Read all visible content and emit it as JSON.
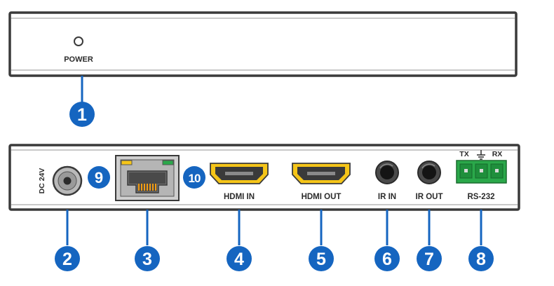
{
  "front_panel": {
    "power_label": "POWER"
  },
  "rear_panel": {
    "dc_label": "DC 24V",
    "hdmi_in_label": "HDMI IN",
    "hdmi_out_label": "HDMI OUT",
    "ir_in_label": "IR IN",
    "ir_out_label": "IR OUT",
    "rs232_label": "RS-232",
    "rs232_tx": "TX",
    "rs232_rx": "RX"
  },
  "callouts": {
    "c1": "1",
    "c2": "2",
    "c3": "3",
    "c4": "4",
    "c5": "5",
    "c6": "6",
    "c7": "7",
    "c8": "8",
    "c9": "9",
    "c10": "10"
  },
  "colors": {
    "callout_blue": "#1565c0",
    "hdmi_gold": "#f5c518",
    "connector_green": "#2aa84a"
  }
}
